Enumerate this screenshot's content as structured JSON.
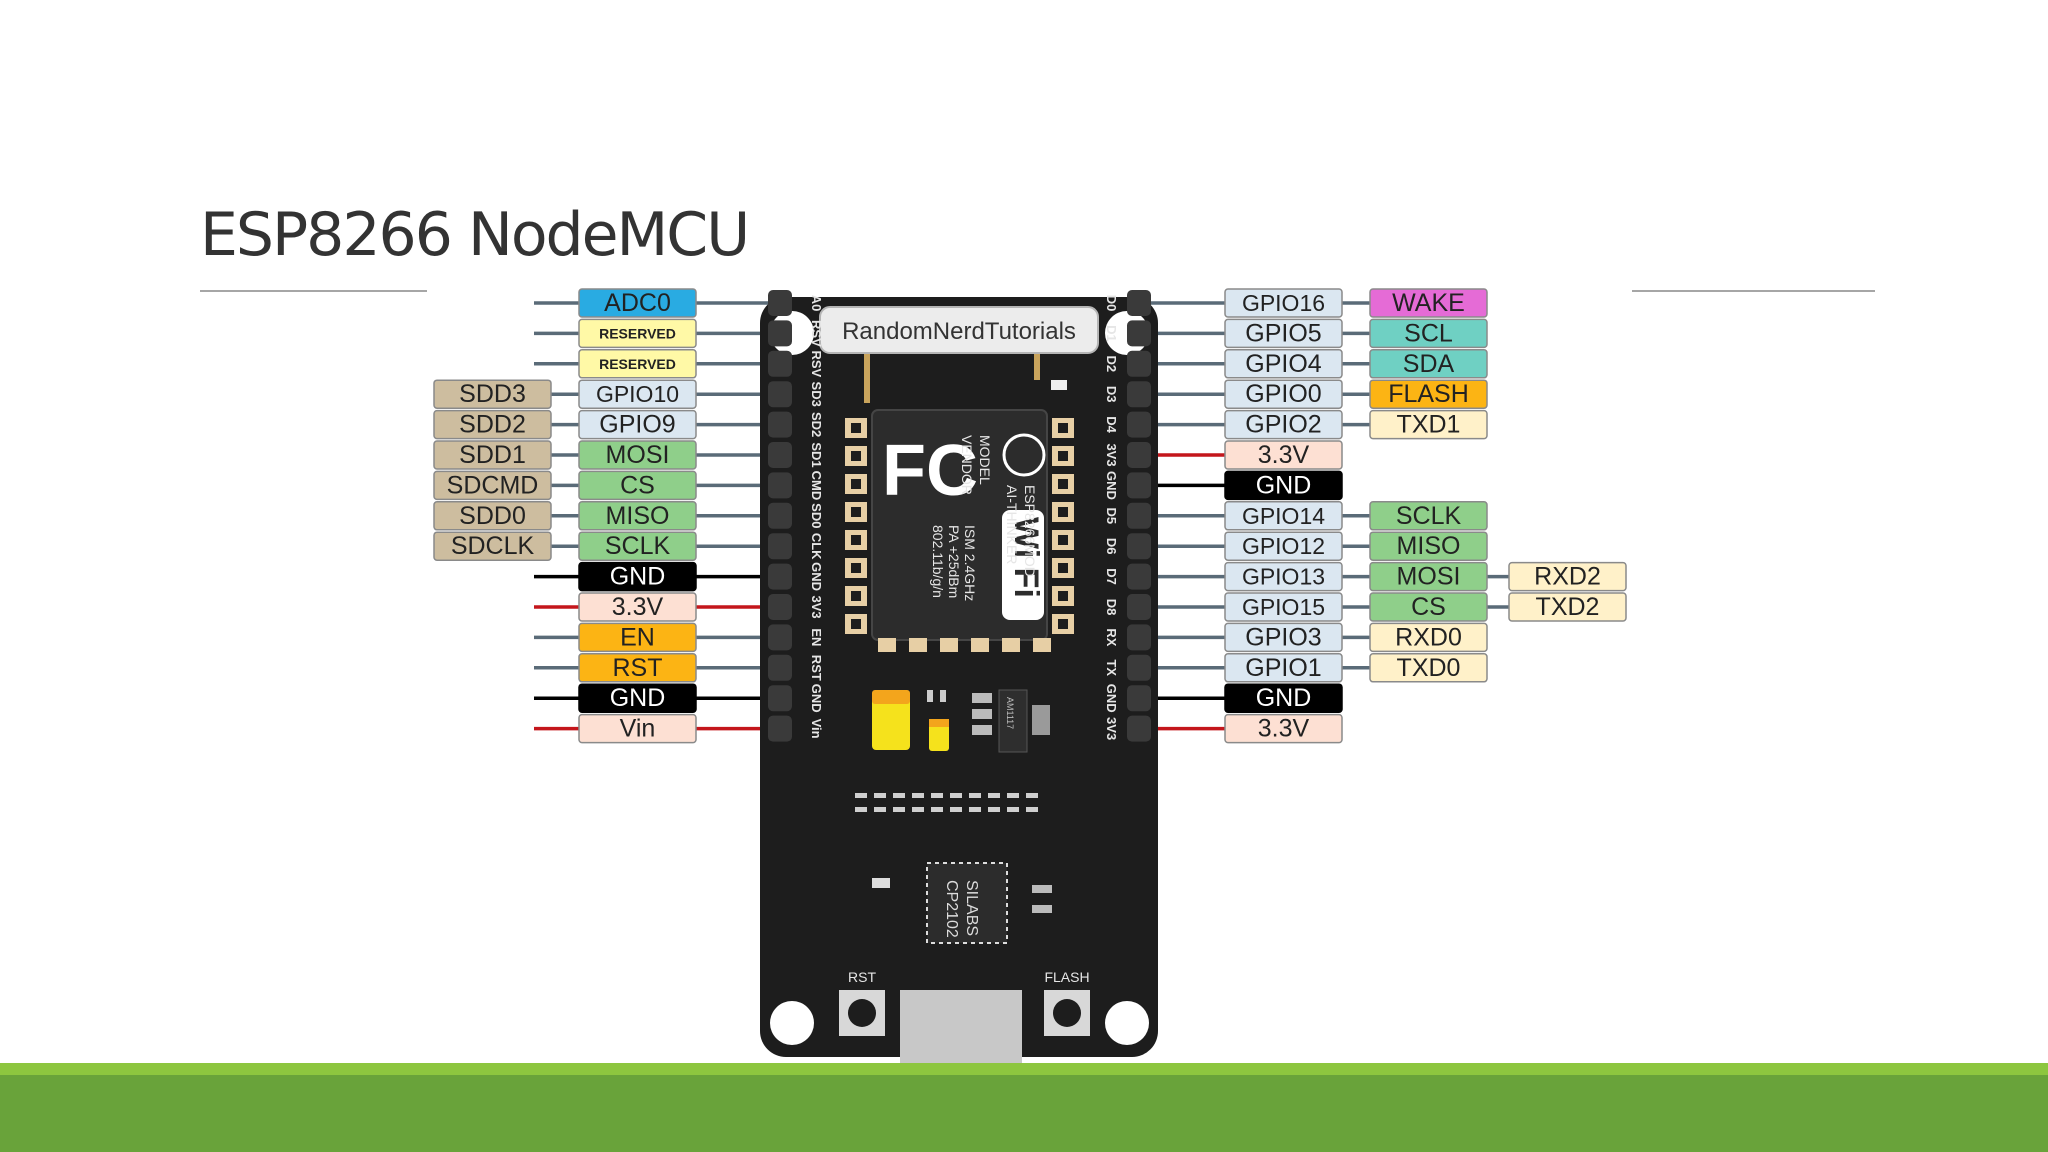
{
  "slide": {
    "title": "ESP8266 NodeMCU"
  },
  "board": {
    "brand_label": "RandomNerdTutorials",
    "chip_text": [
      "MODEL",
      "VENDOR",
      "ISM 2.4GHz",
      "PA +25dBm",
      "802.11b/g/n",
      "ESP8266MOD",
      "AI-THINKER"
    ],
    "fcc_mark": "FC",
    "wifi_mark": "Wi Fi",
    "usb_chip": [
      "SILABS",
      "CP2102"
    ],
    "regulator": "AM1117",
    "rst_label": "RST",
    "flash_label": "FLASH",
    "left_header": [
      "A0",
      "RSV",
      "RSV",
      "SD3",
      "SD2",
      "SD1",
      "CMD",
      "SD0",
      "CLK",
      "GND",
      "3V3",
      "EN",
      "RST",
      "GND",
      "Vin"
    ],
    "right_header": [
      "D0",
      "D1",
      "D2",
      "D3",
      "D4",
      "3V3",
      "GND",
      "D5",
      "D6",
      "D7",
      "D8",
      "RX",
      "TX",
      "GND",
      "3V3"
    ]
  },
  "colors": {
    "adc": "#29abe2",
    "reserved": "#fff9a6",
    "sdd": "#cdbd9f",
    "gpio": "#dbe7f1",
    "spi": "#8fcf8a",
    "gnd": "#000000",
    "power": "#fde0d3",
    "en_rst": "#fcb414",
    "wake": "#e56bd6",
    "i2c": "#6fd0c3",
    "flash": "#fcb414",
    "uart": "#fff1c9",
    "power_wire": "#c4161c",
    "signal_wire": "#5a6b78"
  },
  "pins": {
    "left": [
      {
        "inner": "ADC0",
        "inner_kind": "adc"
      },
      {
        "inner": "RESERVED",
        "inner_kind": "reserved"
      },
      {
        "inner": "RESERVED",
        "inner_kind": "reserved"
      },
      {
        "inner": "GPIO10",
        "inner_kind": "gpio",
        "outer": "SDD3",
        "outer_kind": "sdd"
      },
      {
        "inner": "GPIO9",
        "inner_kind": "gpio",
        "outer": "SDD2",
        "outer_kind": "sdd"
      },
      {
        "inner": "MOSI",
        "inner_kind": "spi",
        "outer": "SDD1",
        "outer_kind": "sdd"
      },
      {
        "inner": "CS",
        "inner_kind": "spi",
        "outer": "SDCMD",
        "outer_kind": "sdd"
      },
      {
        "inner": "MISO",
        "inner_kind": "spi",
        "outer": "SDD0",
        "outer_kind": "sdd"
      },
      {
        "inner": "SCLK",
        "inner_kind": "spi",
        "outer": "SDCLK",
        "outer_kind": "sdd"
      },
      {
        "inner": "GND",
        "inner_kind": "gnd"
      },
      {
        "inner": "3.3V",
        "inner_kind": "power"
      },
      {
        "inner": "EN",
        "inner_kind": "en_rst"
      },
      {
        "inner": "RST",
        "inner_kind": "en_rst"
      },
      {
        "inner": "GND",
        "inner_kind": "gnd"
      },
      {
        "inner": "Vin",
        "inner_kind": "power"
      }
    ],
    "right": [
      {
        "labels": [
          {
            "text": "GPIO16",
            "kind": "gpio"
          },
          {
            "text": "WAKE",
            "kind": "wake"
          }
        ]
      },
      {
        "labels": [
          {
            "text": "GPIO5",
            "kind": "gpio"
          },
          {
            "text": "SCL",
            "kind": "i2c"
          }
        ]
      },
      {
        "labels": [
          {
            "text": "GPIO4",
            "kind": "gpio"
          },
          {
            "text": "SDA",
            "kind": "i2c"
          }
        ]
      },
      {
        "labels": [
          {
            "text": "GPIO0",
            "kind": "gpio"
          },
          {
            "text": "FLASH",
            "kind": "flash"
          }
        ]
      },
      {
        "labels": [
          {
            "text": "GPIO2",
            "kind": "gpio"
          },
          {
            "text": "TXD1",
            "kind": "uart"
          }
        ]
      },
      {
        "labels": [
          {
            "text": "3.3V",
            "kind": "power"
          }
        ]
      },
      {
        "labels": [
          {
            "text": "GND",
            "kind": "gnd"
          }
        ]
      },
      {
        "labels": [
          {
            "text": "GPIO14",
            "kind": "gpio"
          },
          {
            "text": "SCLK",
            "kind": "spi"
          }
        ]
      },
      {
        "labels": [
          {
            "text": "GPIO12",
            "kind": "gpio"
          },
          {
            "text": "MISO",
            "kind": "spi"
          }
        ]
      },
      {
        "labels": [
          {
            "text": "GPIO13",
            "kind": "gpio"
          },
          {
            "text": "MOSI",
            "kind": "spi"
          },
          {
            "text": "RXD2",
            "kind": "uart"
          }
        ]
      },
      {
        "labels": [
          {
            "text": "GPIO15",
            "kind": "gpio"
          },
          {
            "text": "CS",
            "kind": "spi"
          },
          {
            "text": "TXD2",
            "kind": "uart"
          }
        ]
      },
      {
        "labels": [
          {
            "text": "GPIO3",
            "kind": "gpio"
          },
          {
            "text": "RXD0",
            "kind": "uart"
          }
        ]
      },
      {
        "labels": [
          {
            "text": "GPIO1",
            "kind": "gpio"
          },
          {
            "text": "TXD0",
            "kind": "uart"
          }
        ]
      },
      {
        "labels": [
          {
            "text": "GND",
            "kind": "gnd"
          }
        ]
      },
      {
        "labels": [
          {
            "text": "3.3V",
            "kind": "power"
          }
        ]
      }
    ]
  }
}
